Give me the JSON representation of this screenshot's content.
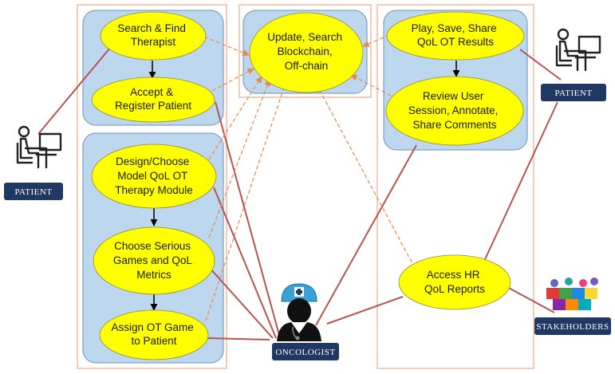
{
  "nodes": {
    "search_therapist": [
      "Search & Find",
      "Therapist"
    ],
    "accept_register": [
      "Accept &",
      "Register Patient"
    ],
    "design_module": [
      "Design/Choose",
      "Model QoL OT",
      "Therapy Module"
    ],
    "choose_games": [
      "Choose Serious",
      "Games and QoL",
      "Metrics"
    ],
    "assign_game": [
      "Assign OT Game",
      "to Patient"
    ],
    "update_blockchain": [
      "Update, Search",
      "Blockchain,",
      "Off-chain"
    ],
    "play_save_share": [
      "Play, Save, Share",
      "QoL OT Results"
    ],
    "review_session": [
      "Review User",
      "Session, Annotate,",
      "Share Comments"
    ],
    "access_reports": [
      "Access HR",
      "QoL Reports"
    ]
  },
  "actors": {
    "patient_left": "PATIENT",
    "patient_right": "PATIENT",
    "oncologist": "ONCOLOGIST",
    "stakeholders": "STAKEHOLDERS"
  },
  "colors": {
    "oval_fill": "#ffff00",
    "panel_fill": "#bdd7ee",
    "panel_border": "#6f8fb8",
    "section_border": "#f0b090",
    "association_line": "#b85450",
    "dashed_arrow": "#f0a060",
    "badge_fill": "#1f3864"
  },
  "icons": {
    "patient": "person-at-computer-icon",
    "oncologist": "doctor-icon",
    "stakeholders": "puzzle-people-icon"
  }
}
